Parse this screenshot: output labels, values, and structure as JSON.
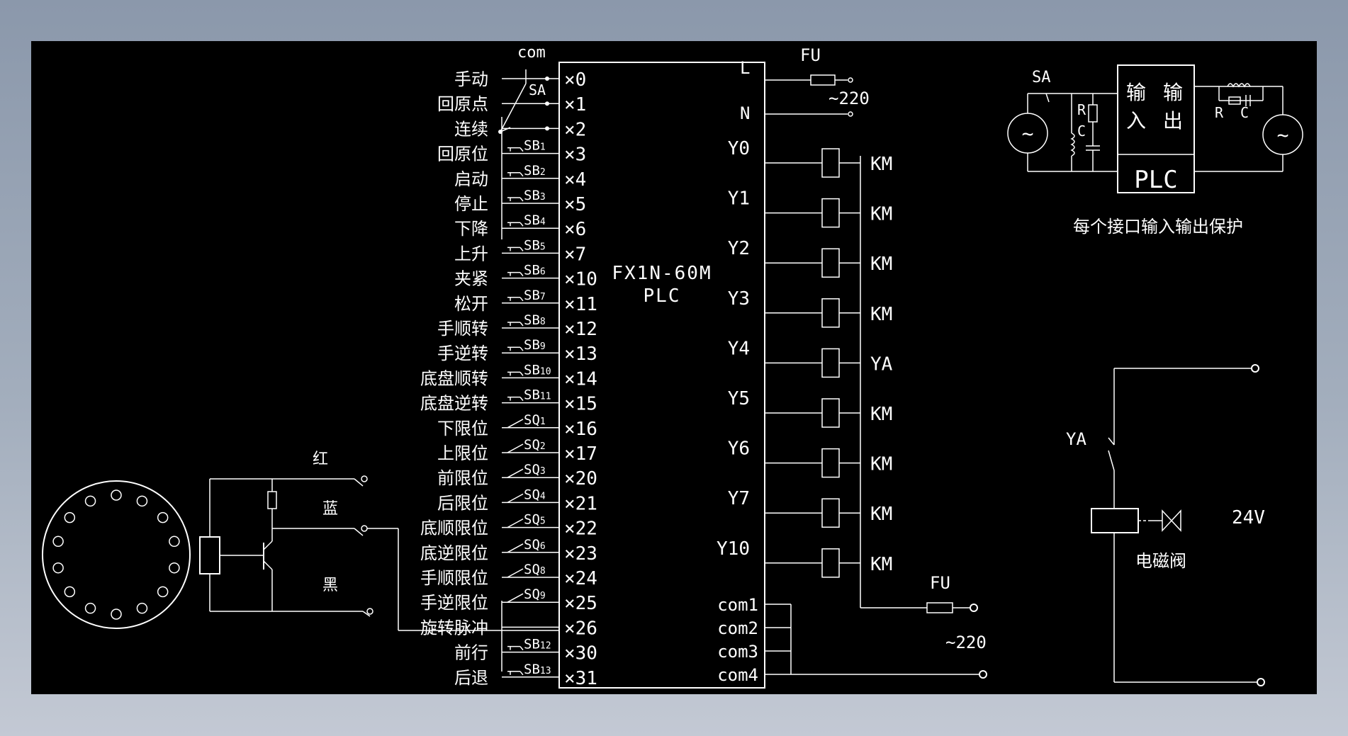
{
  "plc": {
    "model": "FX1N-60M",
    "type": "PLC"
  },
  "common_label": "com",
  "switch_sa": "SA",
  "inputs": [
    {
      "label": "手动",
      "port": "×0",
      "sw": ""
    },
    {
      "label": "回原点",
      "port": "×1",
      "sw": ""
    },
    {
      "label": "连续",
      "port": "×2",
      "sw": ""
    },
    {
      "label": "回原位",
      "port": "×3",
      "sw": "SB",
      "sub": "1"
    },
    {
      "label": "启动",
      "port": "×4",
      "sw": "SB",
      "sub": "2"
    },
    {
      "label": "停止",
      "port": "×5",
      "sw": "SB",
      "sub": "3"
    },
    {
      "label": "下降",
      "port": "×6",
      "sw": "SB",
      "sub": "4"
    },
    {
      "label": "上升",
      "port": "×7",
      "sw": "SB",
      "sub": "5"
    },
    {
      "label": "夹紧",
      "port": "×10",
      "sw": "SB",
      "sub": "6"
    },
    {
      "label": "松开",
      "port": "×11",
      "sw": "SB",
      "sub": "7"
    },
    {
      "label": "手顺转",
      "port": "×12",
      "sw": "SB",
      "sub": "8"
    },
    {
      "label": "手逆转",
      "port": "×13",
      "sw": "SB",
      "sub": "9"
    },
    {
      "label": "底盘顺转",
      "port": "×14",
      "sw": "SB",
      "sub": "10"
    },
    {
      "label": "底盘逆转",
      "port": "×15",
      "sw": "SB",
      "sub": "11"
    },
    {
      "label": "下限位",
      "port": "×16",
      "sw": "SQ",
      "sub": "1"
    },
    {
      "label": "上限位",
      "port": "×17",
      "sw": "SQ",
      "sub": "2"
    },
    {
      "label": "前限位",
      "port": "×20",
      "sw": "SQ",
      "sub": "3"
    },
    {
      "label": "后限位",
      "port": "×21",
      "sw": "SQ",
      "sub": "4"
    },
    {
      "label": "底顺限位",
      "port": "×22",
      "sw": "SQ",
      "sub": "5"
    },
    {
      "label": "底逆限位",
      "port": "×23",
      "sw": "SQ",
      "sub": "6"
    },
    {
      "label": "手顺限位",
      "port": "×24",
      "sw": "SQ",
      "sub": "8"
    },
    {
      "label": "手逆限位",
      "port": "×25",
      "sw": "SQ",
      "sub": "9"
    },
    {
      "label": "旋转脉冲",
      "port": "×26",
      "sw": ""
    },
    {
      "label": "前行",
      "port": "×30",
      "sw": "SB",
      "sub": "12"
    },
    {
      "label": "后退",
      "port": "×31",
      "sw": "SB",
      "sub": "13"
    }
  ],
  "power_terminals": [
    "L",
    "N"
  ],
  "outputs": [
    {
      "port": "Y0",
      "load": "KM"
    },
    {
      "port": "Y1",
      "load": "KM"
    },
    {
      "port": "Y2",
      "load": "KM"
    },
    {
      "port": "Y3",
      "load": "KM"
    },
    {
      "port": "Y4",
      "load": "YA"
    },
    {
      "port": "Y5",
      "load": "KM"
    },
    {
      "port": "Y6",
      "load": "KM"
    },
    {
      "port": "Y7",
      "load": "KM"
    },
    {
      "port": "Y10",
      "load": "KM"
    }
  ],
  "com_terminals": [
    "com1",
    "com2",
    "com3",
    "com4"
  ],
  "fuse_label": "FU",
  "ac_label": "~220",
  "encoder_wires": [
    "红",
    "蓝",
    "黑"
  ],
  "protection": {
    "sa": "SA",
    "input": "输入",
    "output": "输出",
    "plc": "PLC",
    "r": "R",
    "c": "C",
    "caption": "每个接口输入输出保护"
  },
  "valve": {
    "ya": "YA",
    "voltage": "24V",
    "caption": "电磁阀"
  }
}
